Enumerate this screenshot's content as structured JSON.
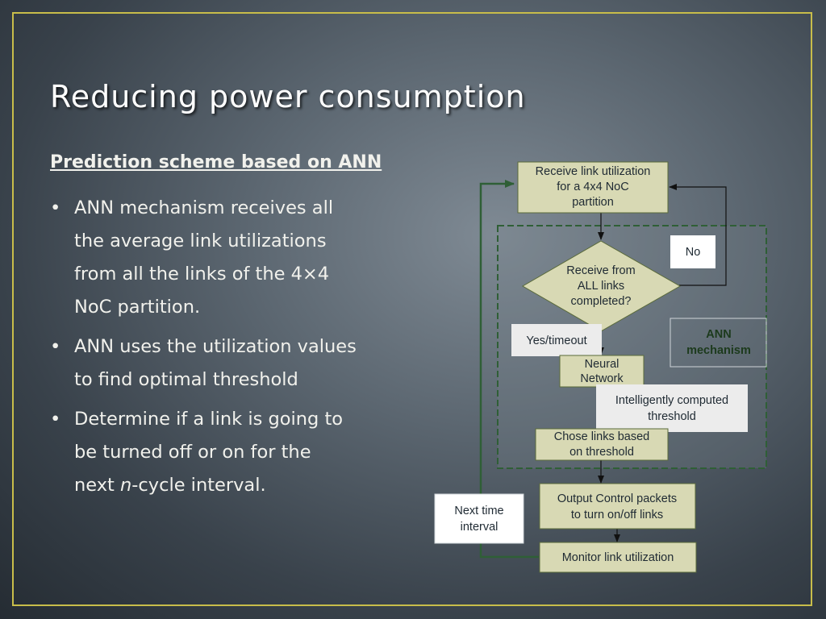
{
  "slide": {
    "title": "Reducing power consumption",
    "subheading": "Prediction scheme based on ANN",
    "bullet_symbol": "•",
    "bullets": [
      {
        "lines": [
          "ANN mechanism receives all",
          "the average link utilizations",
          "from all the links of the 4×4",
          "NoC partition."
        ]
      },
      {
        "lines": [
          "ANN uses the utilization values",
          "to find optimal threshold"
        ]
      },
      {
        "lines": [
          "Determine if a link is going to",
          "be turned off or on for the"
        ],
        "last_pre": "next ",
        "last_italic": "n",
        "last_post": "-cycle interval."
      }
    ]
  },
  "flowchart": {
    "receive_util": [
      "Receive link utilization",
      "for a 4x4 NoC",
      "partition"
    ],
    "decision": [
      "Receive from",
      "ALL links",
      "completed?"
    ],
    "no_label": "No",
    "yes_label": "Yes/timeout",
    "ann_label": [
      "ANN",
      "mechanism"
    ],
    "neural": [
      "Neural",
      "Network"
    ],
    "threshold": [
      "Intelligently computed",
      "threshold"
    ],
    "chose": [
      "Chose links based",
      "on threshold"
    ],
    "output": [
      "Output Control packets",
      "to turn on/off links"
    ],
    "next_time": [
      "Next time",
      "interval"
    ],
    "monitor": [
      "Monitor link utilization"
    ]
  },
  "colors": {
    "frame": "#c8bd4a",
    "process_box": "#d8d9b4",
    "label_box": "#ffffff",
    "ann_text": "#1c3a1c",
    "connector": "#2f5f36"
  }
}
